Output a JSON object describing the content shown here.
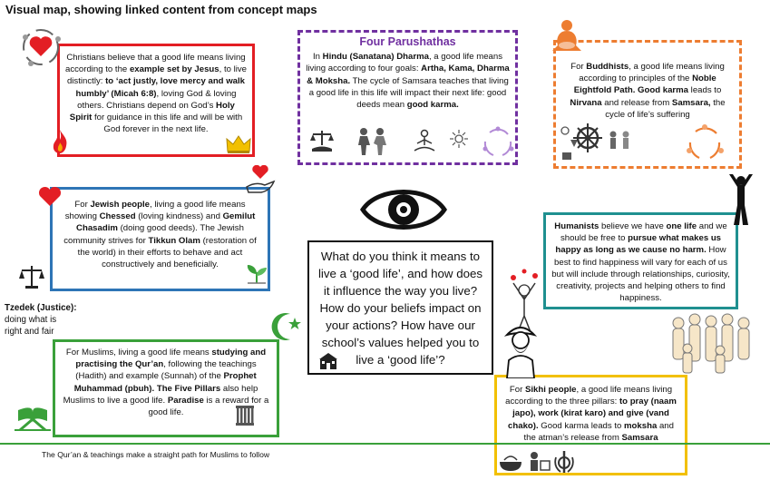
{
  "title": "Visual map, showing linked content from concept maps",
  "christian": {
    "p1": "Christians believe that a good life means living according to the ",
    "b1": "example set by Jesus",
    "p2": ", to live distinctly:  ",
    "b2": "to ‘act justly, love mercy and walk humbly’ (Micah 6:8)",
    "p3": ", loving God & loving others. Christians depend on God’s ",
    "b3": "Holy Spirit",
    "p4": " for guidance in this life and will be with God forever in the next life."
  },
  "hindu": {
    "heading": "Four Parushathas",
    "p1": "In ",
    "b1": "Hindu (Sanatana) Dharma",
    "p2": ", a good life means living according to four goals: ",
    "b2": "Artha, Kama, Dharma & Moksha.",
    "p3": " The cycle of Samsara teaches that living a good life in this life will impact their next life: good deeds mean ",
    "b3": "good karma."
  },
  "buddhist": {
    "p1": "For ",
    "b1": "Buddhists",
    "p2": ", a good life means living according to principles of the ",
    "b2": "Noble Eightfold Path. Good karma",
    "p3": " leads to ",
    "b3": "Nirvana",
    "p4": " and release from ",
    "b4": "Samsara,",
    "p5": " the cycle of life’s suffering"
  },
  "jewish": {
    "p1": "For ",
    "b1": "Jewish people",
    "p2": ", living a good life means showing ",
    "b2": "Chessed",
    "p3": " (loving kindness) and ",
    "b3": "Gemilut Chasadim",
    "p4": " (doing good deeds). The Jewish community strives for ",
    "b4": "Tikkun Olam",
    "p5": " (restoration of the world) in their efforts to behave and act constructively and beneficially."
  },
  "tzedek": {
    "heading": "Tzedek (Justice):",
    "text": "doing what is right and fair"
  },
  "humanist": {
    "b1": "Humanists",
    "p1": " believe we have ",
    "b2": "one life",
    "p2": " and we should be free to ",
    "b3": "pursue what makes us happy as long as we cause no harm.",
    "p3": " How best to find happiness will vary for each of us but will include through relationships, curiosity, creativity, projects and helping others to find happiness."
  },
  "center": {
    "text": "What do you think it means to live a ‘good life’, and how does it influence the way you live? How do your beliefs impact on your actions? How have our school’s values helped you to live a ‘good life’?"
  },
  "muslim": {
    "p1": "For Muslims, living a good life means ",
    "b1": "studying and practising the Qur’an",
    "p2": ", following the teachings (Hadith) and example (Sunnah) of the ",
    "b2": "Prophet Muhammad (pbuh).",
    "p3": " ",
    "b3": "The Five Pillars",
    "p4": " also help Muslims to live a good life.  ",
    "b4": "Paradise",
    "p5": " is a reward for a good life."
  },
  "sikh": {
    "p1": "For ",
    "b1": "Sikhi people",
    "p2": ", a good life means living according to the three pillars: ",
    "b2": "to pray (naam japo), work (kirat karo) and give (vand chako).",
    "p3": " Good karma leads to ",
    "b3": "moksha",
    "p4": " and the atman’s release from ",
    "b4": "Samsara"
  },
  "footer": "The Qur’an & teachings make a straight path for Muslims to follow",
  "colors": {
    "christian": "#e31e24",
    "hindu": "#7030a0",
    "buddhist": "#ed7d31",
    "jewish": "#2e75b6",
    "humanist": "#1f9090",
    "muslim": "#3aa03a",
    "sikh": "#f2c000"
  }
}
